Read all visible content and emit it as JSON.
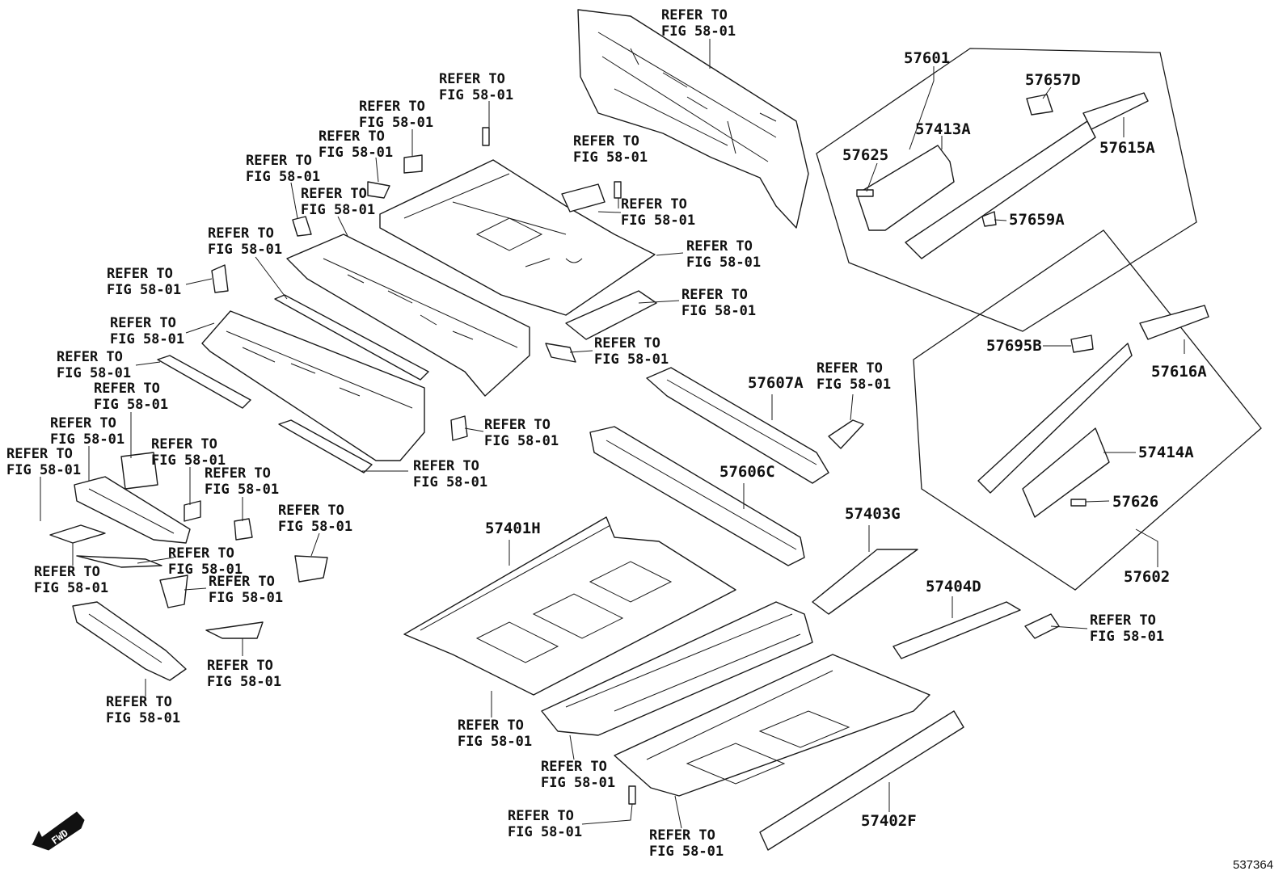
{
  "refer": {
    "line1": "REFER TO",
    "line2": "FIG 58-01"
  },
  "parts": {
    "p57601": "57601",
    "p57657D": "57657D",
    "p57413A": "57413A",
    "p57625": "57625",
    "p57615A": "57615A",
    "p57659A": "57659A",
    "p57695B": "57695B",
    "p57616A": "57616A",
    "p57414A": "57414A",
    "p57626": "57626",
    "p57602": "57602",
    "p57607A": "57607A",
    "p57606C": "57606C",
    "p57401H": "57401H",
    "p57403G": "57403G",
    "p57404D": "57404D",
    "p57402F": "57402F"
  },
  "fwd_label": "FWD",
  "doc_number": "537364"
}
